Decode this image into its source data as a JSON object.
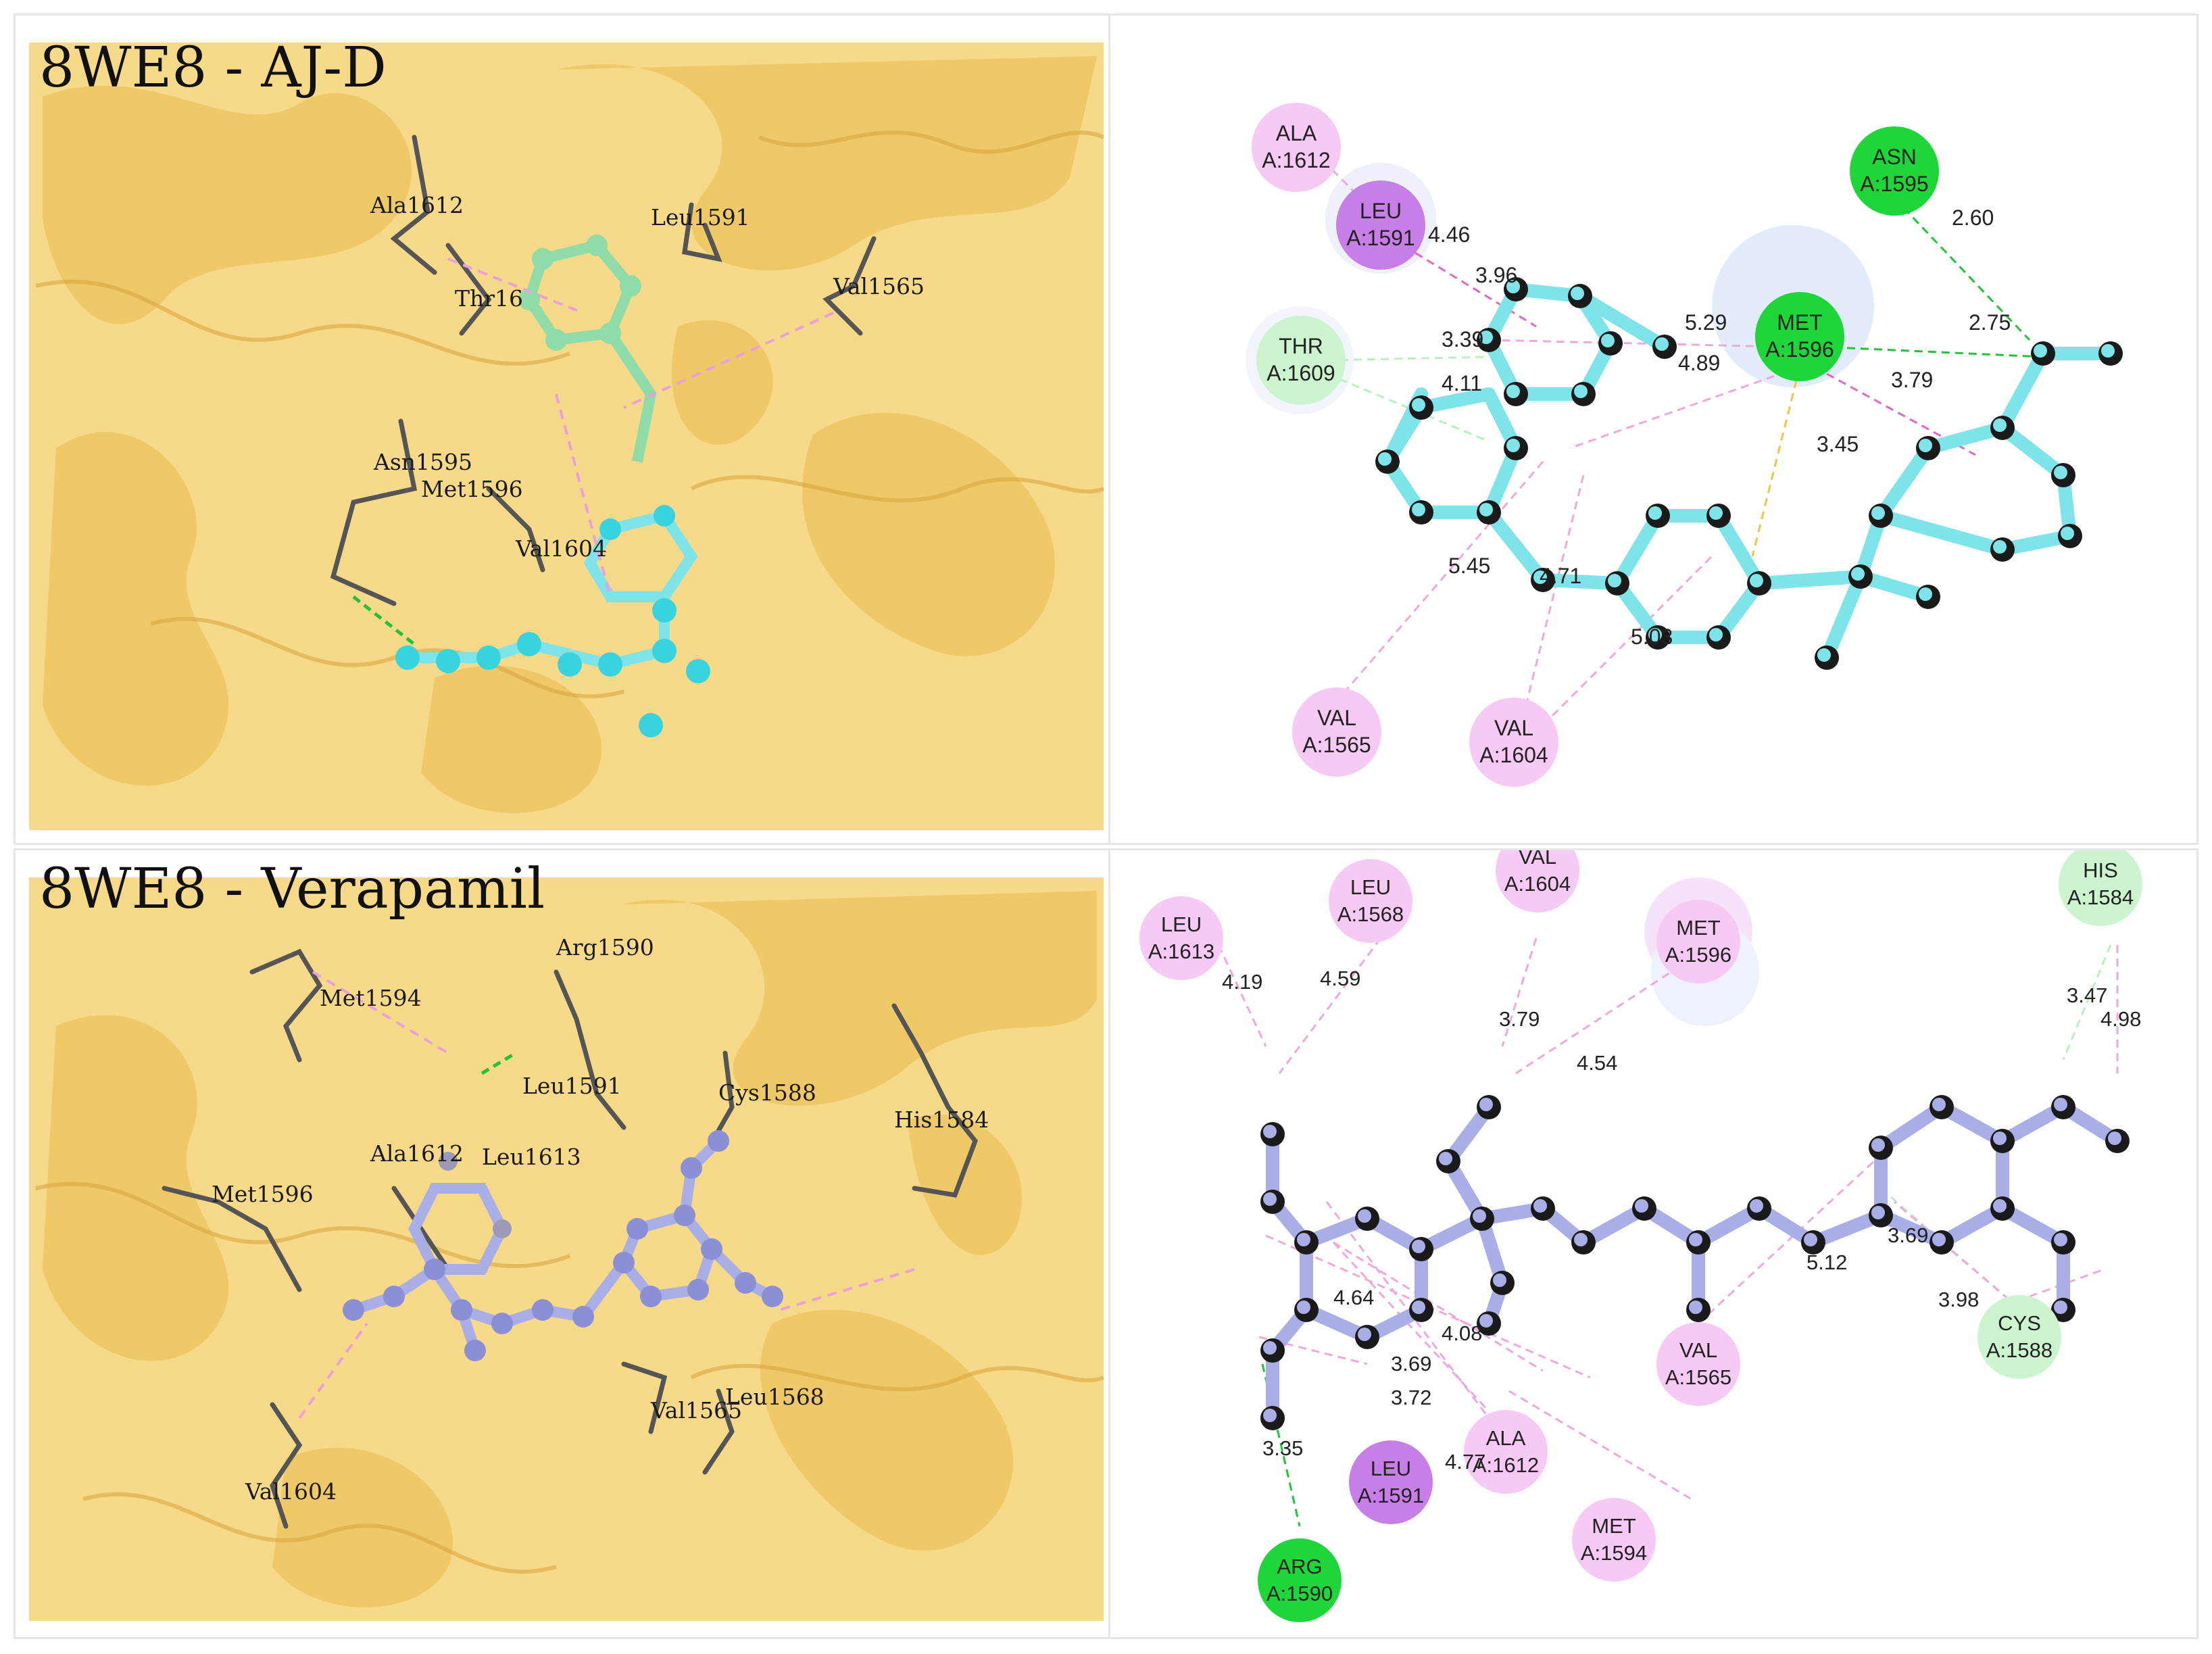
{
  "panels": {
    "top_left": {
      "title": "8WE8 - AJ-D",
      "residues": [
        "Ala1612",
        "Leu1591",
        "Thr16",
        "Val1565",
        "Asn1595",
        "Met1596",
        "Val1604"
      ]
    },
    "bottom_left": {
      "title": "8WE8 - Verapamil",
      "residues": [
        "Arg1590",
        "Met1594",
        "Leu1591",
        "Cys1588",
        "His1584",
        "Met1596",
        "Ala1612",
        "Leu1613",
        "Val1565",
        "Leu1568",
        "Val1604"
      ]
    }
  },
  "diagram_top": {
    "residues": [
      {
        "name": "ALA",
        "id": "A:1612",
        "color": "#f7c9f5"
      },
      {
        "name": "LEU",
        "id": "A:1591",
        "color": "#c77ee6"
      },
      {
        "name": "ASN",
        "id": "A:1595",
        "color": "#1fd63a"
      },
      {
        "name": "THR",
        "id": "A:1609",
        "color": "#ccf5cf"
      },
      {
        "name": "MET",
        "id": "A:1596",
        "color": "#1fd63a"
      },
      {
        "name": "VAL",
        "id": "A:1565",
        "color": "#f7c9f5"
      },
      {
        "name": "VAL",
        "id": "A:1604",
        "color": "#f7c9f5"
      }
    ],
    "distances": [
      "4.46",
      "3.96",
      "2.60",
      "3.39",
      "5.29",
      "2.75",
      "4.11",
      "4.89",
      "3.79",
      "3.45",
      "5.45",
      "4.71",
      "5.03"
    ]
  },
  "diagram_bottom": {
    "residues": [
      {
        "name": "LEU",
        "id": "A:1613",
        "color": "#f7c9f5"
      },
      {
        "name": "LEU",
        "id": "A:1568",
        "color": "#f7c9f5"
      },
      {
        "name": "VAL",
        "id": "A:1604",
        "color": "#f7c9f5"
      },
      {
        "name": "MET",
        "id": "A:1596",
        "color": "#f7c9f5"
      },
      {
        "name": "HIS",
        "id": "A:1584",
        "color": "#ccf5cf"
      },
      {
        "name": "VAL",
        "id": "A:1565",
        "color": "#f7c9f5"
      },
      {
        "name": "CYS",
        "id": "A:1588",
        "color": "#ccf5cf"
      },
      {
        "name": "ALA",
        "id": "A:1612",
        "color": "#f7c9f5"
      },
      {
        "name": "LEU",
        "id": "A:1591",
        "color": "#c77ee6"
      },
      {
        "name": "MET",
        "id": "A:1594",
        "color": "#f7c9f5"
      },
      {
        "name": "ARG",
        "id": "A:1590",
        "color": "#1fd63a"
      }
    ],
    "distances": [
      "4.19",
      "4.59",
      "3.79",
      "4.54",
      "3.47",
      "4.98",
      "5.12",
      "3.69",
      "3.98",
      "4.64",
      "4.08",
      "3.69",
      "3.72",
      "3.35",
      "4.77"
    ]
  },
  "colors": {
    "surface": "#f5c96a",
    "ligand_top_cyan": "#7fe3ea",
    "ligand_top_green": "#8fdca8",
    "ligand_bottom": "#a9aee6",
    "hbond": "#22c23a",
    "hydrophobic": "#f0a8dc"
  }
}
